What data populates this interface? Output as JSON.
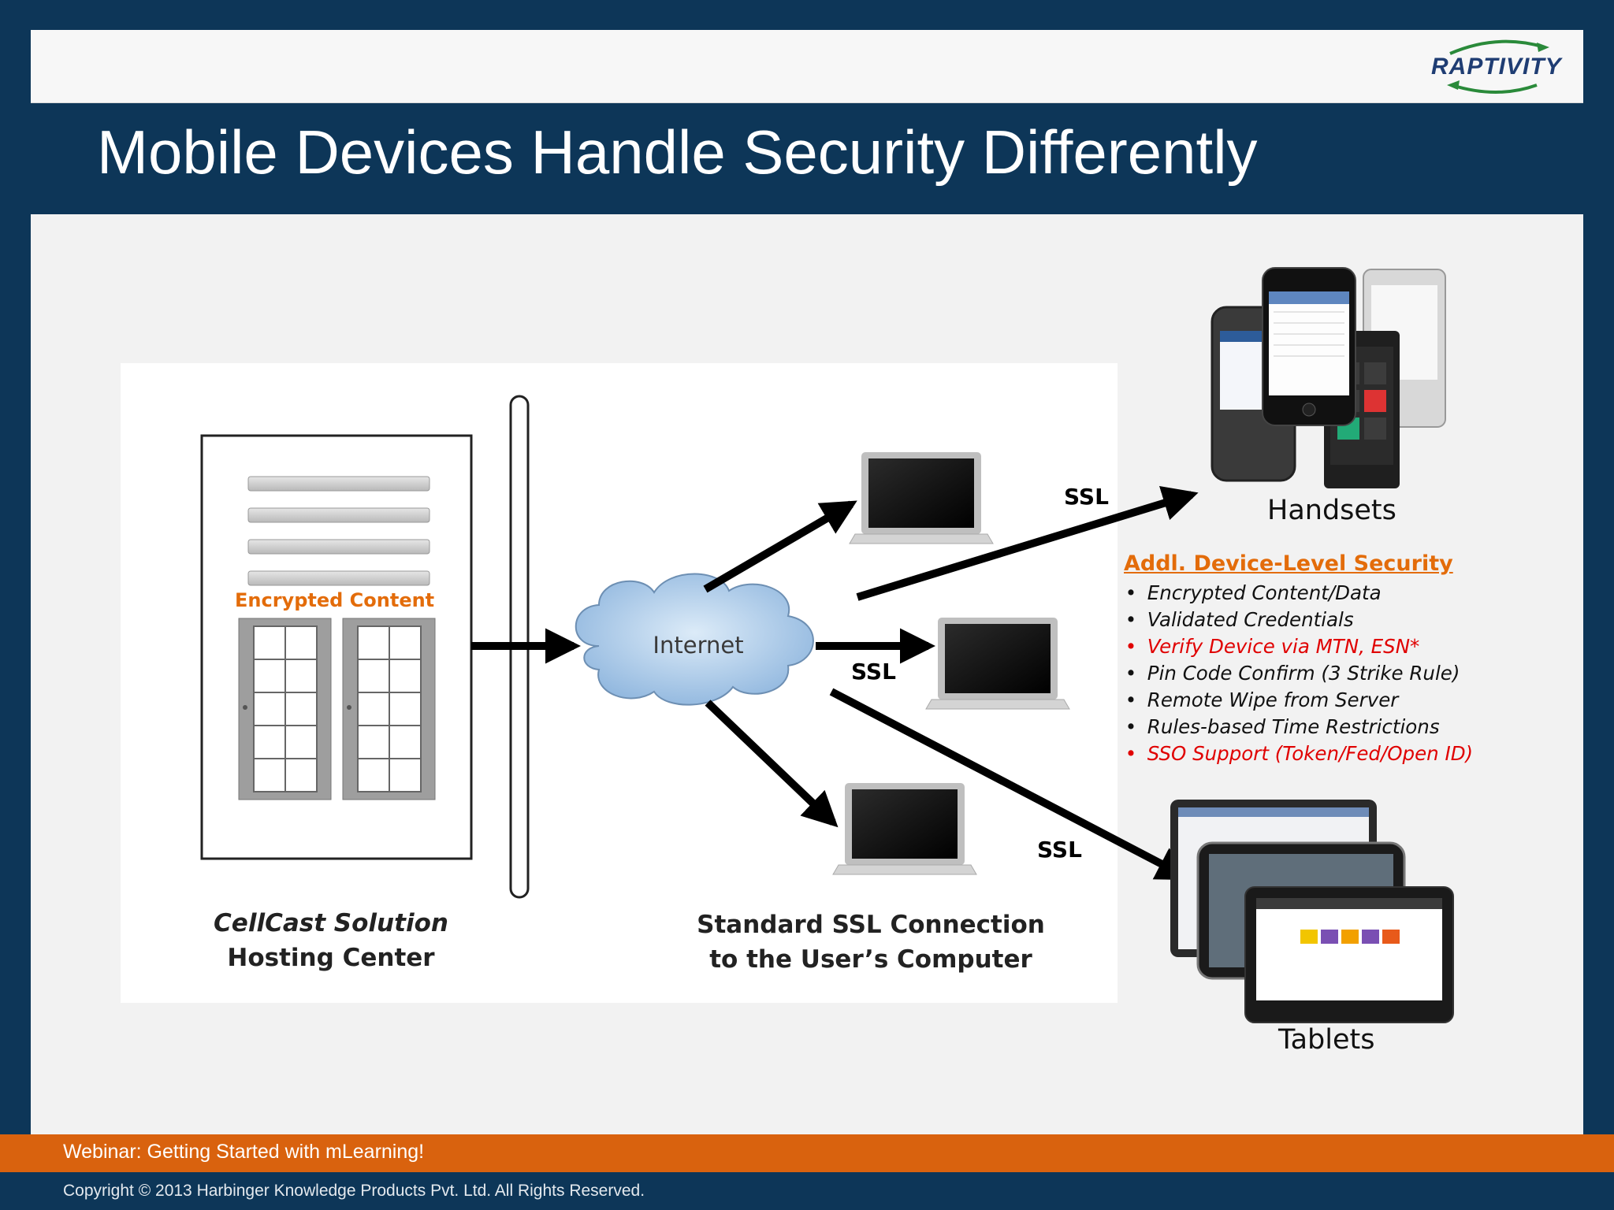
{
  "logo": {
    "text": "RAPTIVITY"
  },
  "slide": {
    "title": "Mobile Devices Handle Security Differently"
  },
  "diagram": {
    "encrypted_content": "Encrypted Content",
    "internet": "Internet",
    "ssl_label": "SSL",
    "left_caption": {
      "line1": "CellCast Solution",
      "line2": "Hosting Center"
    },
    "right_caption": {
      "line1": "Standard SSL Connection",
      "line2": "to the User’s Computer"
    },
    "handsets": "Handsets",
    "tablets": "Tablets"
  },
  "security": {
    "title": "Addl. Device-Level Security",
    "items": [
      {
        "text": "Encrypted Content/Data",
        "color": "#111111"
      },
      {
        "text": "Validated Credentials",
        "color": "#111111"
      },
      {
        "text": "Verify Device via MTN, ESN*",
        "color": "#e00000"
      },
      {
        "text": "Pin Code Confirm (3 Strike Rule)",
        "color": "#111111"
      },
      {
        "text": "Remote Wipe from Server",
        "color": "#111111"
      },
      {
        "text": "Rules-based Time Restrictions",
        "color": "#111111"
      },
      {
        "text": "SSO Support (Token/Fed/Open ID)",
        "color": "#e00000"
      }
    ]
  },
  "footer": {
    "title": "Webinar: Getting Started with mLearning!",
    "copyright": "Copyright © 2013 Harbinger Knowledge Products Pvt. Ltd. All Rights Reserved."
  },
  "colors": {
    "background": "#0d3658",
    "accent": "#d9620e",
    "ssl": "#e36c0a"
  }
}
